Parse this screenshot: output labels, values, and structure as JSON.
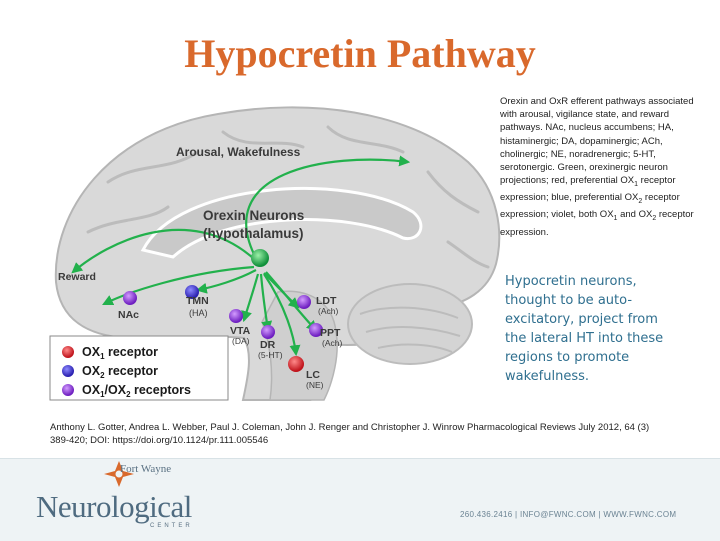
{
  "slide": {
    "title": "Hypocretin Pathway",
    "caption": "Orexin and OxR efferent pathways associated with arousal, vigilance state, and reward pathways. NAc, nucleus accumbens; HA, histaminergic; DA, dopaminergic; ACh, cholinergic; NE, noradrenergic; 5-HT, serotonergic. Green, orexinergic neuron projections; red, preferential OX1 receptor expression; blue, preferential OX2 receptor expression; violet, both OX1 and OX2 receptor expression.",
    "note": "Hypocretin neurons, thought to be auto-excitatory, project from the lateral HT into these regions to promote wakefulness.",
    "citation": "Anthony L. Gotter, Andrea L. Webber, Paul J. Coleman, John J. Renger and Christopher J. Winrow Pharmacological Reviews July 2012, 64 (3) 389-420; DOI: https://doi.org/10.1124/pr.111.005546"
  },
  "diagram": {
    "arousal_label": "Arousal, Wakefulness",
    "orexin_line1": "Orexin Neurons",
    "orexin_line2": "(hypothalamus)",
    "reward_label": "Reward",
    "nac_label": "NAc",
    "tmn_label": "TMN",
    "tmn_sub": "(HA)",
    "vta_label": "VTA",
    "vta_sub": "(DA)",
    "dr_label": "DR",
    "dr_sub": "(5-HT)",
    "ldt_label": "LDT",
    "ldt_sub": "(Ach)",
    "ppt_label": "PPT",
    "ppt_sub": "(Ach)",
    "lc_label": "LC",
    "lc_sub": "(NE)",
    "legend": [
      {
        "prefix": "OX",
        "num": "1",
        "suffix": " receptor",
        "color": "#e0202a"
      },
      {
        "prefix": "OX",
        "num": "2",
        "suffix": " receptor",
        "color": "#3a2fd0"
      },
      {
        "prefix": "OX",
        "num": "1",
        "mid": "/OX",
        "num2": "2",
        "suffix": " receptors",
        "color": "#8a2be2"
      }
    ]
  },
  "footer": {
    "logo_top": "Fort Wayne",
    "logo_main": "Neurological",
    "logo_sub": "CENTER",
    "contact": "260.436.2416  |  INFO@FWNC.COM  |  WWW.FWNC.COM"
  },
  "colors": {
    "title": "#d9692c",
    "green": "#22b14c",
    "red": "#e0202a",
    "blue": "#3a2fd0",
    "violet": "#8a2be2",
    "note": "#2f6f8f"
  }
}
